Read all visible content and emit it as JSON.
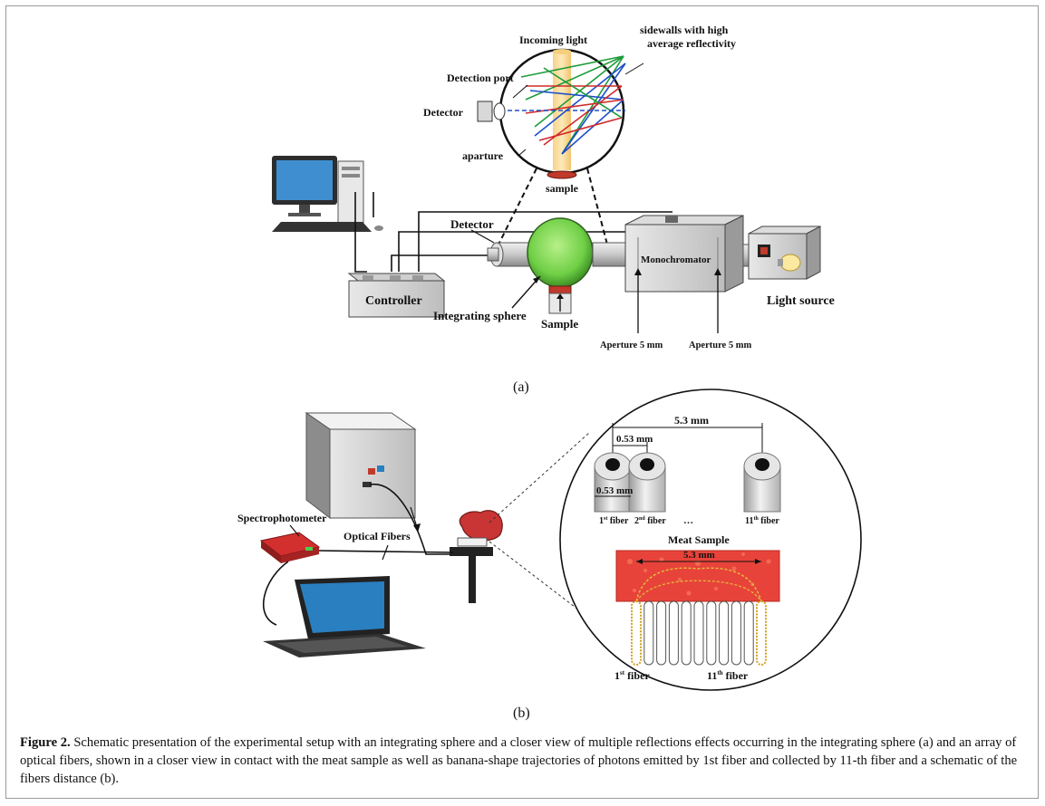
{
  "panel_a": {
    "label": "(a)",
    "incoming_light": "Incoming light",
    "sidewalls_line1": "sidewalls with high",
    "sidewalls_line2": "average reflectivity",
    "detection_port": "Detection port",
    "detector_top": "Detector",
    "aparture": "aparture",
    "sample_top": "sample",
    "detector": "Detector",
    "monochromator": "Monochromator",
    "light_source": "Light source",
    "controller": "Controller",
    "integrating_sphere": "Integrating sphere",
    "sample": "Sample",
    "aperture_left": "Aperture 5 mm",
    "aperture_right": "Aperture 5 mm"
  },
  "panel_b": {
    "label": "(b)",
    "spectrophotometer": "Spectrophotometer",
    "optical_fibers": "Optical Fibers",
    "dist_total": "5.3 mm",
    "dist_pitch": "0.53 mm",
    "dist_diameter": "0.53 mm",
    "fiber1_base": "1",
    "fiber1_sup": "st",
    "fiber2_base": "2",
    "fiber2_sup": "nd",
    "ellipsis": "…",
    "fiber11_base": "11",
    "fiber11_sup": "th",
    "fiber_word": " fiber",
    "meat_sample": "Meat Sample",
    "meat_dist": "5.3 mm",
    "bottom_fiber1_base": "1",
    "bottom_fiber1_sup": "st",
    "bottom_fiber11_base": "11",
    "bottom_fiber11_sup": "th"
  },
  "caption": {
    "lead": "Figure 2.",
    "text": " Schematic presentation of the experimental setup with an integrating sphere and a closer view of multiple reflections effects occurring in the integrating sphere (a) and an array of optical fibers, shown in a closer view in contact with the meat sample as well as banana-shape trajectories of photons emitted by 1st fiber and collected by 11-th fiber and a schematic of the fibers distance (b)."
  },
  "colors": {
    "sphere_green": "#7ed957",
    "sample_red": "#c0392b",
    "meat_red": "#e8433a",
    "fiber_gold": "#d4a020",
    "screen_blue": "#2a7fc1"
  }
}
